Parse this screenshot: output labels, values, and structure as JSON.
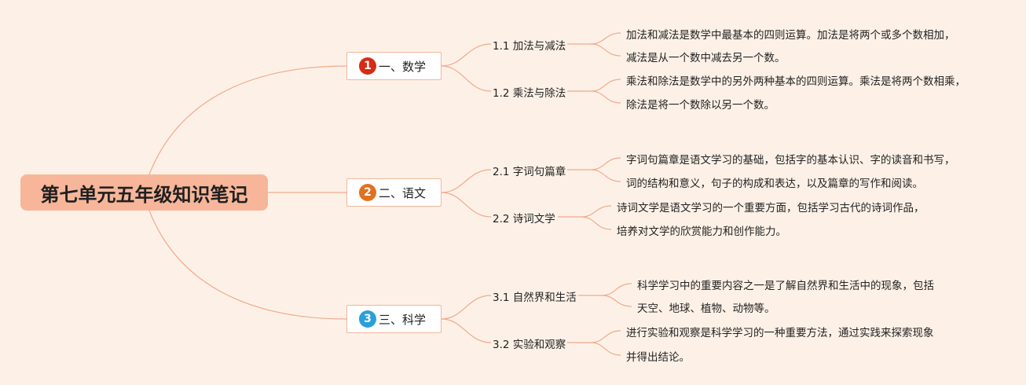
{
  "root": {
    "title": "第七单元五年级知识笔记"
  },
  "branches": [
    {
      "number": "1",
      "label": "一、数学",
      "topics": [
        {
          "label": "1.1 加法与减法",
          "lines": [
            "加法和减法是数学中最基本的四则运算。加法是将两个或多个数相加，",
            "减法是从一个数中减去另一个数。"
          ]
        },
        {
          "label": "1.2 乘法与除法",
          "lines": [
            "乘法和除法是数学中的另外两种基本的四则运算。乘法是将两个数相乘，",
            "除法是将一个数除以另一个数。"
          ]
        }
      ]
    },
    {
      "number": "2",
      "label": "二、语文",
      "topics": [
        {
          "label": "2.1 字词句篇章",
          "lines": [
            "字词句篇章是语文学习的基础，包括字的基本认识、字的读音和书写，",
            "词的结构和意义，句子的构成和表达，以及篇章的写作和阅读。"
          ]
        },
        {
          "label": "2.2 诗词文学",
          "lines": [
            "诗词文学是语文学习的一个重要方面，包括学习古代的诗词作品，",
            "培养对文学的欣赏能力和创作能力。"
          ]
        }
      ]
    },
    {
      "number": "3",
      "label": "三、科学",
      "topics": [
        {
          "label": "3.1 自然界和生活",
          "lines": [
            "科学学习中的重要内容之一是了解自然界和生活中的现象，包括",
            "天空、地球、植物、动物等。"
          ]
        },
        {
          "label": "3.2 实验和观察",
          "lines": [
            "进行实验和观察是科学学习的一种重要方法，通过实践来探索现象",
            "并得出结论。"
          ]
        }
      ]
    }
  ]
}
